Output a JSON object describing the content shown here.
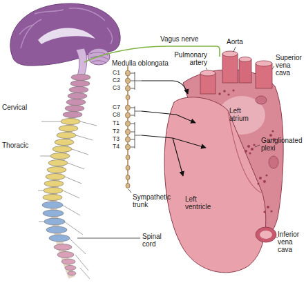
{
  "diagram": {
    "labels": [
      "Vagus nerve",
      "Medulla oblongata",
      "C1",
      "C2",
      "C3",
      "C7",
      "C8",
      "T1",
      "T2",
      "T3",
      "T4",
      "Cervical",
      "Thoracic",
      "Sympathetic trunk",
      "Spinal cord",
      "Pulmonary artery",
      "Aorta",
      "Superior vena cava",
      "Left atrium",
      "Ganglionated plexi",
      "Left ventricle",
      "Inferior vena cava"
    ]
  }
}
